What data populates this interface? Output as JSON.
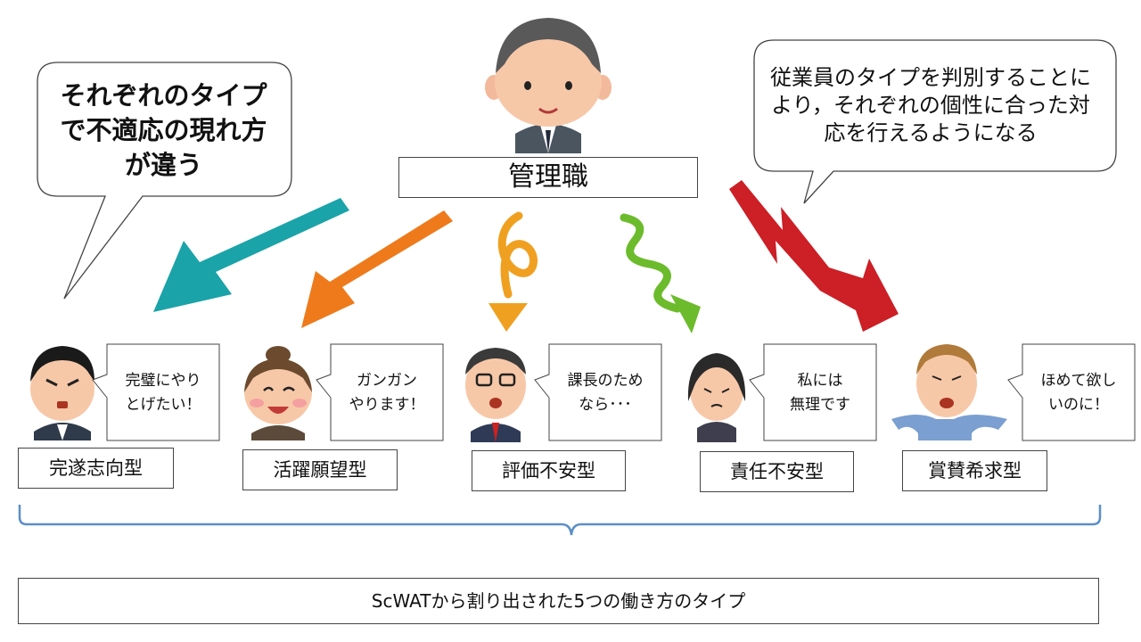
{
  "manager": {
    "label": "管理職"
  },
  "left_bubble": {
    "text": "それぞれのタイプ\nで不適応の現れ方\nが違う"
  },
  "right_bubble": {
    "text": "従業員のタイプを判別することに\nより，それぞれの個性に合った対\n応を行えるようになる"
  },
  "types": [
    {
      "label": "完遂志向型",
      "speech": "完璧にやり\nとげたい！",
      "arrow_color": "#1aa3a8"
    },
    {
      "label": "活躍願望型",
      "speech": "ガンガン\nやります！",
      "arrow_color": "#ee7a1c"
    },
    {
      "label": "評価不安型",
      "speech": "課長のため\nなら･･･",
      "arrow_color": "#f0a020"
    },
    {
      "label": "責任不安型",
      "speech": "私には\n無理です",
      "arrow_color": "#6cbb2c"
    },
    {
      "label": "賞賛希求型",
      "speech": "ほめて欲し\nいのに！",
      "arrow_color": "#cc1f26"
    }
  ],
  "footer": {
    "label": "ScWATから割り出された5つの働き方のタイプ"
  },
  "colors": {
    "brace": "#5b8fc6",
    "outline": "#444444"
  }
}
